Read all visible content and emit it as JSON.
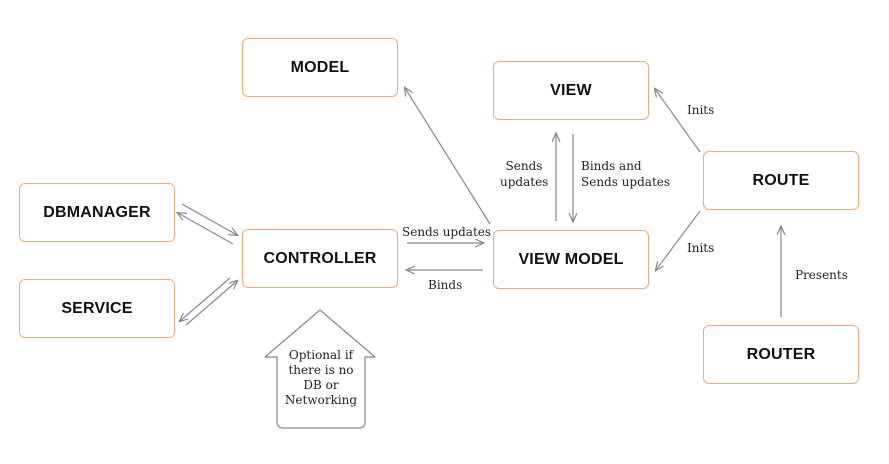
{
  "colors": {
    "node_border": "#f3a977",
    "arrow": "#888888",
    "note_border": "#888888"
  },
  "nodes": {
    "model": "MODEL",
    "view": "VIEW",
    "dbmanager": "DBMANAGER",
    "controller": "CONTROLLER",
    "view_model": "VIEW MODEL",
    "route": "ROUTE",
    "service": "SERVICE",
    "router": "ROUTER"
  },
  "edge_labels": {
    "controller_to_viewmodel": "Sends updates",
    "viewmodel_to_controller": "Binds",
    "viewmodel_to_view": "Sends\nupdates",
    "view_to_viewmodel": "Binds and\nSends updates",
    "route_to_view": "Inits",
    "route_to_viewmodel": "Inits",
    "router_to_route": "Presents"
  },
  "note": {
    "text": "Optional if\nthere is no\nDB or\nNetworking"
  }
}
